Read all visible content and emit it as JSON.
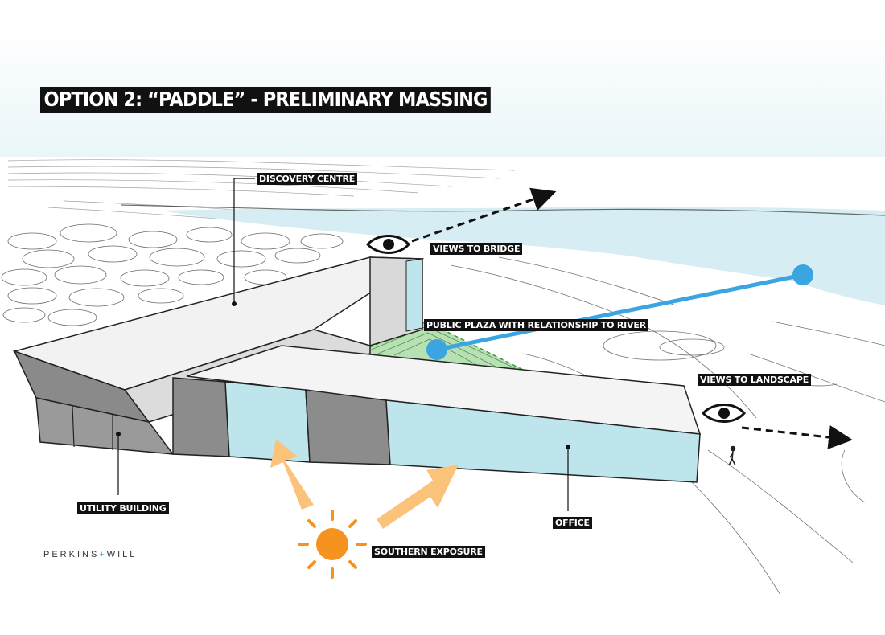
{
  "title": "OPTION 2: “PADDLE” - PRELIMINARY MASSING",
  "labels": {
    "discovery_centre": "DISCOVERY CENTRE",
    "views_to_bridge": "VIEWS TO BRIDGE",
    "public_plaza": "PUBLIC PLAZA WITH RELATIONSHIP TO RIVER",
    "views_to_landscape": "VIEWS TO LANDSCAPE",
    "utility_building": "UTILITY BUILDING",
    "office": "OFFICE",
    "southern_exposure": "SOUTHERN EXPOSURE"
  },
  "logo": {
    "left": "PERKINS",
    "plus": "+",
    "right": "WILL"
  },
  "icons": [
    "eye-icon",
    "sun-icon",
    "arrow-icon",
    "person-icon"
  ],
  "colors": {
    "sky": "#e4f3f7",
    "water": "#d6edf3",
    "glass": "#bfe5ec",
    "plaza_green": "#9fd59a",
    "river_line_blue": "#3aa5e0",
    "sun_orange": "#f6921e",
    "sun_arrow": "#fbc37a",
    "label_bg": "#111111",
    "logo_plus": "#4fa8d8"
  }
}
